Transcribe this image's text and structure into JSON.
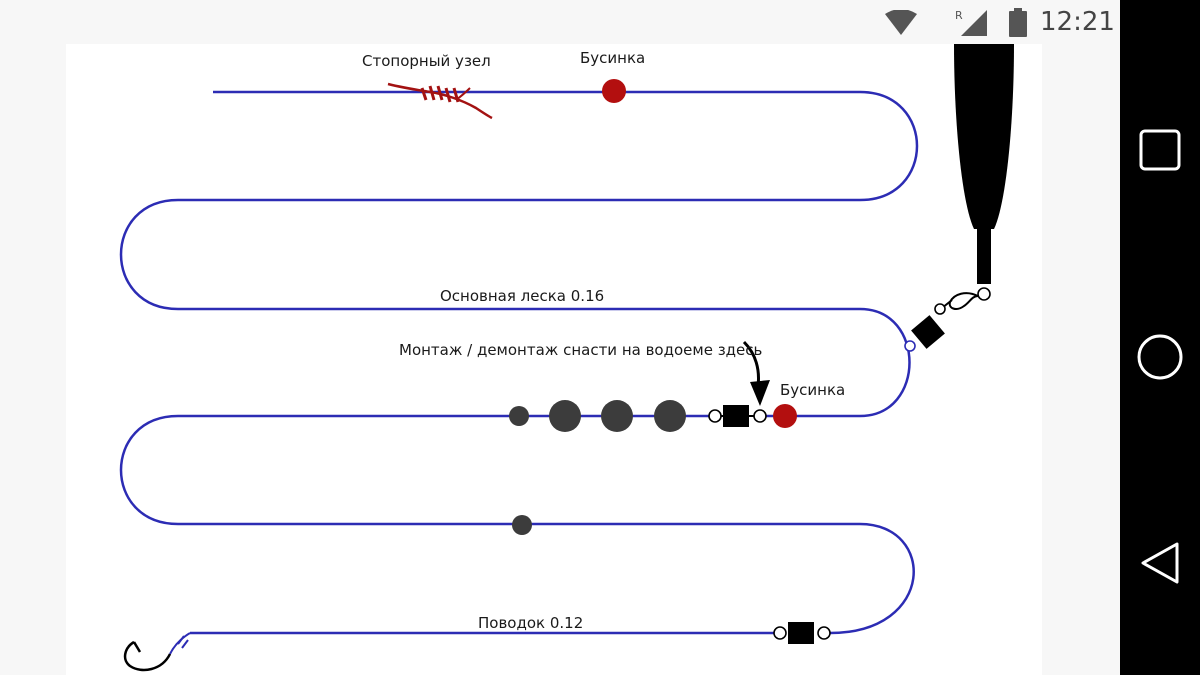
{
  "status_bar": {
    "time": "12:21",
    "roaming_indicator": "R",
    "icons": [
      "wifi-icon",
      "signal-roaming-icon",
      "battery-icon"
    ]
  },
  "diagram": {
    "labels": {
      "stopper_knot": "Стопорный узел",
      "bead_top": "Бусинка",
      "main_line": "Основная леска 0.16",
      "assembly_note": "Монтаж / демонтаж снасти на водоеме здесь",
      "bead_middle": "Бусинка",
      "leader": "Поводок 0.12"
    },
    "colors": {
      "line": "#2c2cb4",
      "bead": "#b30f0f",
      "knot": "#a31212",
      "sinker": "#3c3c3c",
      "float": "#000000"
    },
    "icons": [
      "stopper-knot-icon",
      "float-icon",
      "snap-icon",
      "swivel-icon",
      "sinker-icon",
      "hook-icon",
      "arrow-icon"
    ]
  },
  "nav_bar": {
    "buttons": [
      "recents-button",
      "home-button",
      "back-button"
    ]
  }
}
